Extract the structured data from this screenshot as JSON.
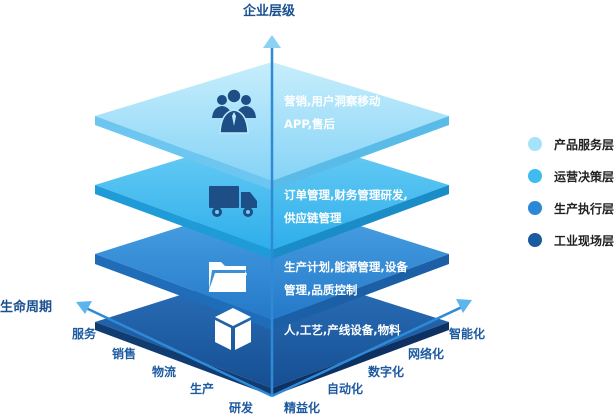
{
  "axes": {
    "vertical_label": "企业层级",
    "left_label": "生命周期",
    "left_ticks": [
      "服务",
      "销售",
      "物流",
      "生产",
      "研发"
    ],
    "right_ticks": [
      "精益化",
      "自动化",
      "数字化",
      "网络化",
      "智能化"
    ]
  },
  "layers": [
    {
      "name": "产品服务层",
      "icon": "people-group-icon",
      "lines": [
        "营销,用户洞察移动",
        "APP,售后"
      ],
      "color": "#8fd8f7"
    },
    {
      "name": "运营决策层",
      "icon": "truck-icon",
      "lines": [
        "订单管理,财务管理研发,",
        "供应链管理"
      ],
      "color": "#38b8ef"
    },
    {
      "name": "生产执行层",
      "icon": "folder-icon",
      "lines": [
        "生产计划,能源管理,设备",
        "管理,品质控制"
      ],
      "color": "#2b87d4"
    },
    {
      "name": "工业现场层",
      "icon": "box-icon",
      "lines": [
        "人,工艺,产线设备,物料"
      ],
      "color": "#1a5ea5"
    }
  ],
  "legend": [
    {
      "label": "产品服务层",
      "color": "#a6e3fa"
    },
    {
      "label": "运营决策层",
      "color": "#3ebcf0"
    },
    {
      "label": "生产执行层",
      "color": "#2b88d6"
    },
    {
      "label": "工业现场层",
      "color": "#1a5a9e"
    }
  ]
}
